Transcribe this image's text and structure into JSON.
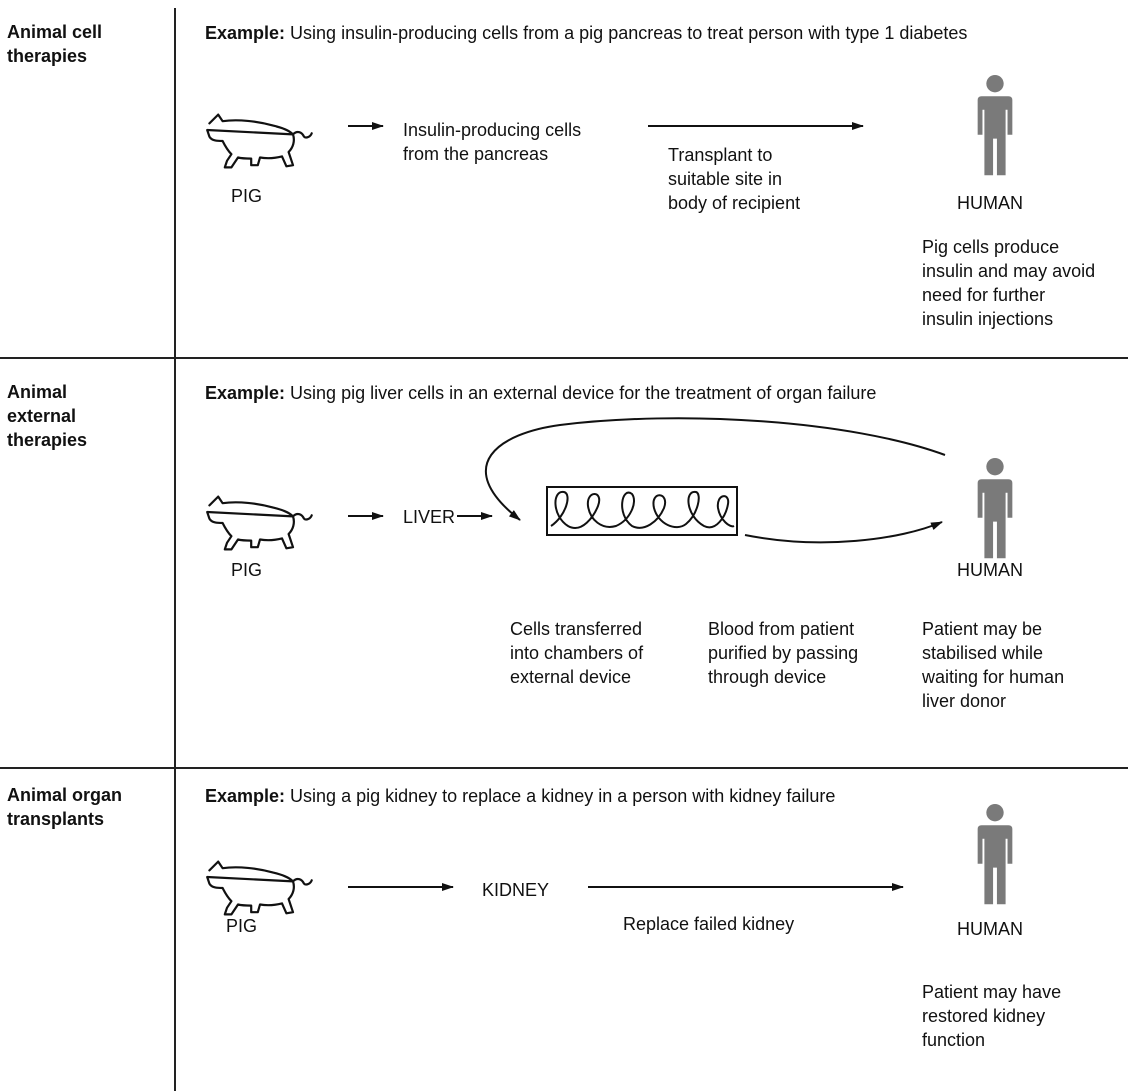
{
  "rows": [
    {
      "heading": "Animal cell\ntherapies",
      "example_label": "Example:",
      "example_text": " Using insulin-producing cells from a pig pancreas to treat person with type 1 diabetes",
      "pig_label": "PIG",
      "cells_label": "Insulin-producing cells\nfrom the pancreas",
      "transplant_label": "Transplant to\nsuitable site in\nbody of recipient",
      "human_label": "HUMAN",
      "outcome": "Pig cells produce\ninsulin and may avoid\nneed for further\ninsulin injections"
    },
    {
      "heading": "Animal\nexternal\ntherapies",
      "example_label": "Example:",
      "example_text": " Using pig liver cells in an external device for the treatment of organ failure",
      "pig_label": "PIG",
      "liver_label": "LIVER",
      "human_label": "HUMAN",
      "cells_transferred": "Cells transferred\ninto chambers of\nexternal device",
      "blood_purified": "Blood from patient\npurified by passing\nthrough device",
      "outcome": "Patient may be\nstabilised while\nwaiting for human\nliver donor"
    },
    {
      "heading": "Animal organ\ntransplants",
      "example_label": "Example:",
      "example_text": " Using a pig kidney to replace a kidney in a person with kidney failure",
      "pig_label": "PIG",
      "kidney_label": "KIDNEY",
      "replace_label": "Replace failed kidney",
      "human_label": "HUMAN",
      "outcome": "Patient may have\nrestored kidney\nfunction"
    }
  ],
  "colors": {
    "human_figure": "#7a7a7a",
    "lines": "#111111"
  },
  "icons": {
    "animal": "pig-icon",
    "person": "human-figure-icon",
    "device": "external-device-icon"
  }
}
